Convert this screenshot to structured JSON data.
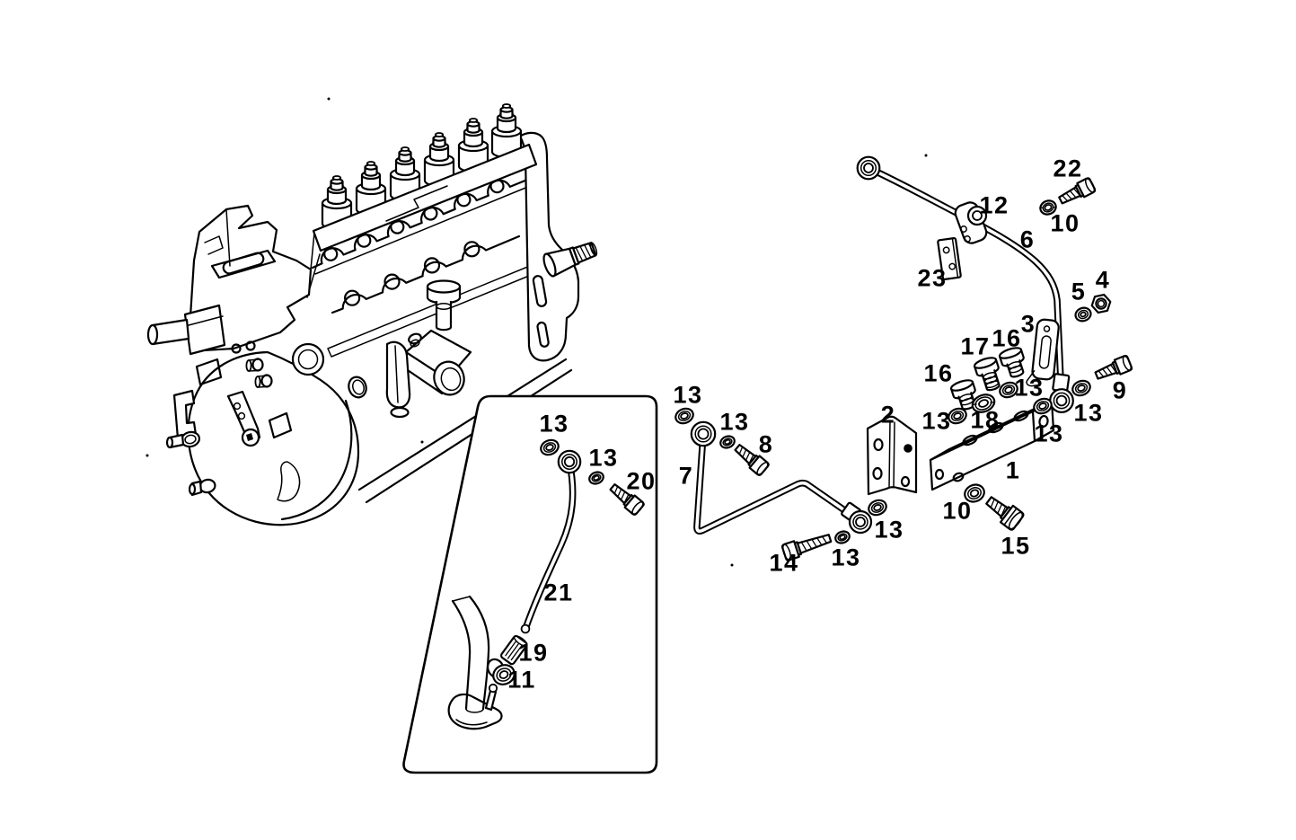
{
  "figure": {
    "kind": "exploded parts line diagram of an in-line fuel injection pump with delivery pipes, banjo fittings, washers, bolts and brackets",
    "background": "#ffffff",
    "ink": "#000000"
  },
  "callouts": [
    "22",
    "10",
    "12",
    "6",
    "23",
    "5",
    "4",
    "3",
    "16",
    "17",
    "16",
    "9",
    "13",
    "13",
    "18",
    "13",
    "13",
    "2",
    "1",
    "10",
    "15",
    "13",
    "13",
    "8",
    "7",
    "14",
    "13",
    "13",
    "13",
    "13",
    "20",
    "21",
    "19",
    "11"
  ]
}
